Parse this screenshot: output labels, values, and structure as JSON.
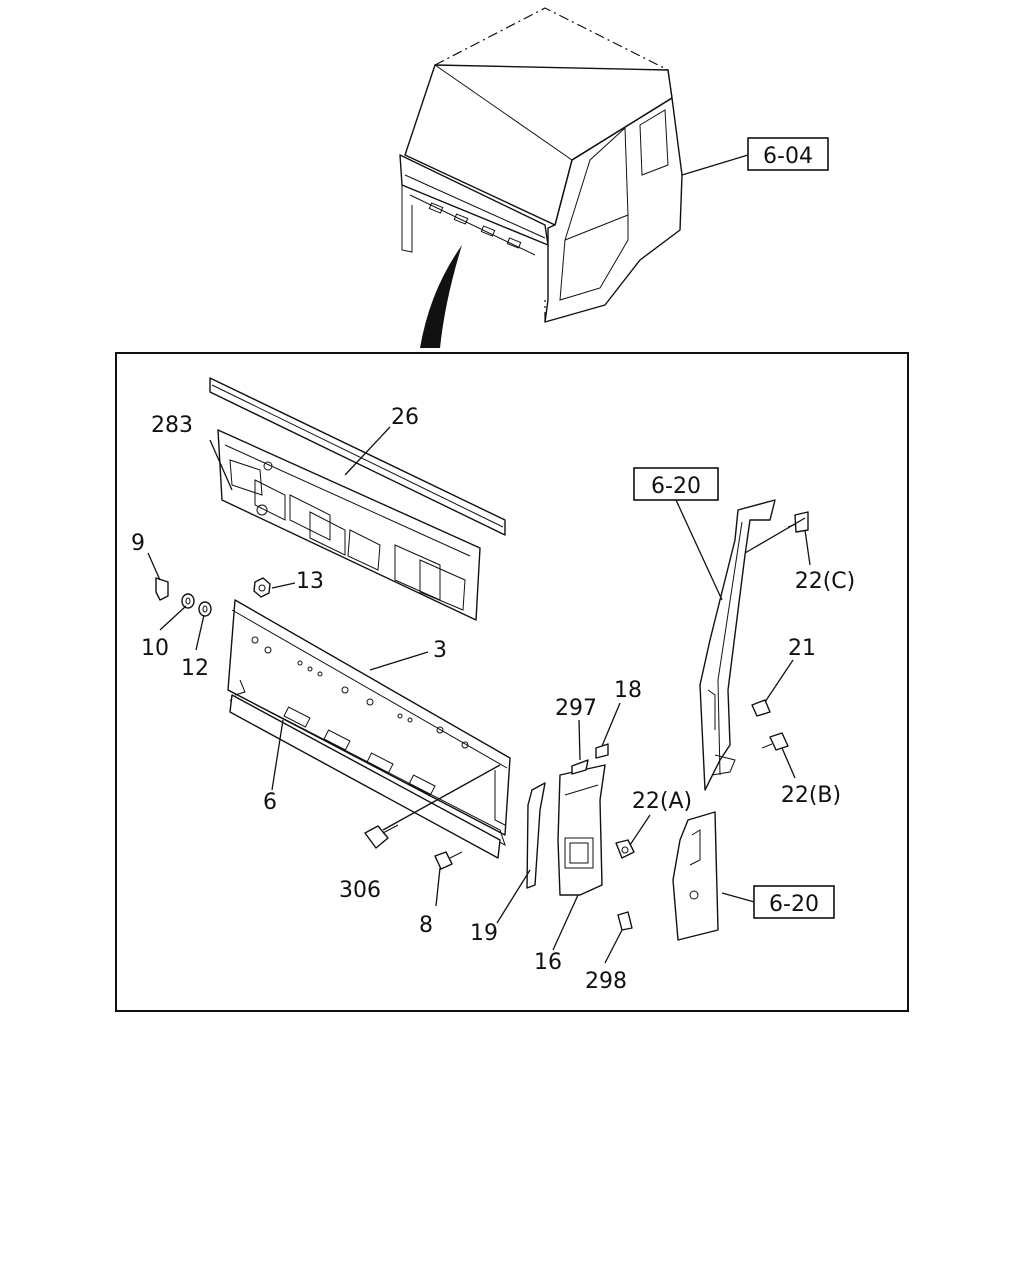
{
  "refs": {
    "cab": "6-04",
    "pillar": "6-20",
    "panel": "6-20"
  },
  "parts": {
    "p283": "283",
    "p26": "26",
    "p9": "9",
    "p13": "13",
    "p10": "10",
    "p12": "12",
    "p3": "3",
    "p6": "6",
    "p306": "306",
    "p8": "8",
    "p19": "19",
    "p297": "297",
    "p18": "18",
    "p22a": "22(A)",
    "p16": "16",
    "p298": "298",
    "p22c": "22(C)",
    "p21": "21",
    "p22b": "22(B)"
  }
}
